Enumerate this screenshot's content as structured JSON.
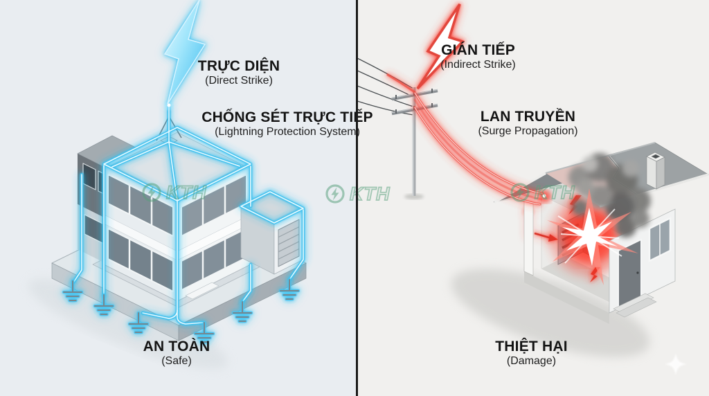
{
  "divider": {
    "color": "#191919"
  },
  "panels": {
    "left": {
      "background": "#e9edf1",
      "accent_color": "#3fc6f2",
      "labels": {
        "strike": {
          "title": "TRỰC DIỆN",
          "subtitle": "(Direct Strike)"
        },
        "system": {
          "title": "CHỐNG SÉT TRỰC TIẾP",
          "subtitle": "(Lightning Protection System)"
        },
        "status": {
          "title": "AN TOÀN",
          "subtitle": "(Safe)"
        }
      }
    },
    "right": {
      "background": "#f1f0ee",
      "accent_color": "#e64539",
      "labels": {
        "strike": {
          "title": "GIÁN TIẾP",
          "subtitle": "(Indirect Strike)"
        },
        "surge": {
          "title": "LAN TRUYỀN",
          "subtitle": "(Surge Propagation)"
        },
        "status": {
          "title": "THIỆT HẠI",
          "subtitle": "(Damage)"
        }
      }
    }
  },
  "watermark": {
    "text": "KTH",
    "color": "#57a07c",
    "icon": "lightning-bolt-in-circle"
  },
  "icons": {
    "lightning_bolt": "⚡",
    "ground_electrode": "⏚",
    "sparkle": "✦"
  }
}
